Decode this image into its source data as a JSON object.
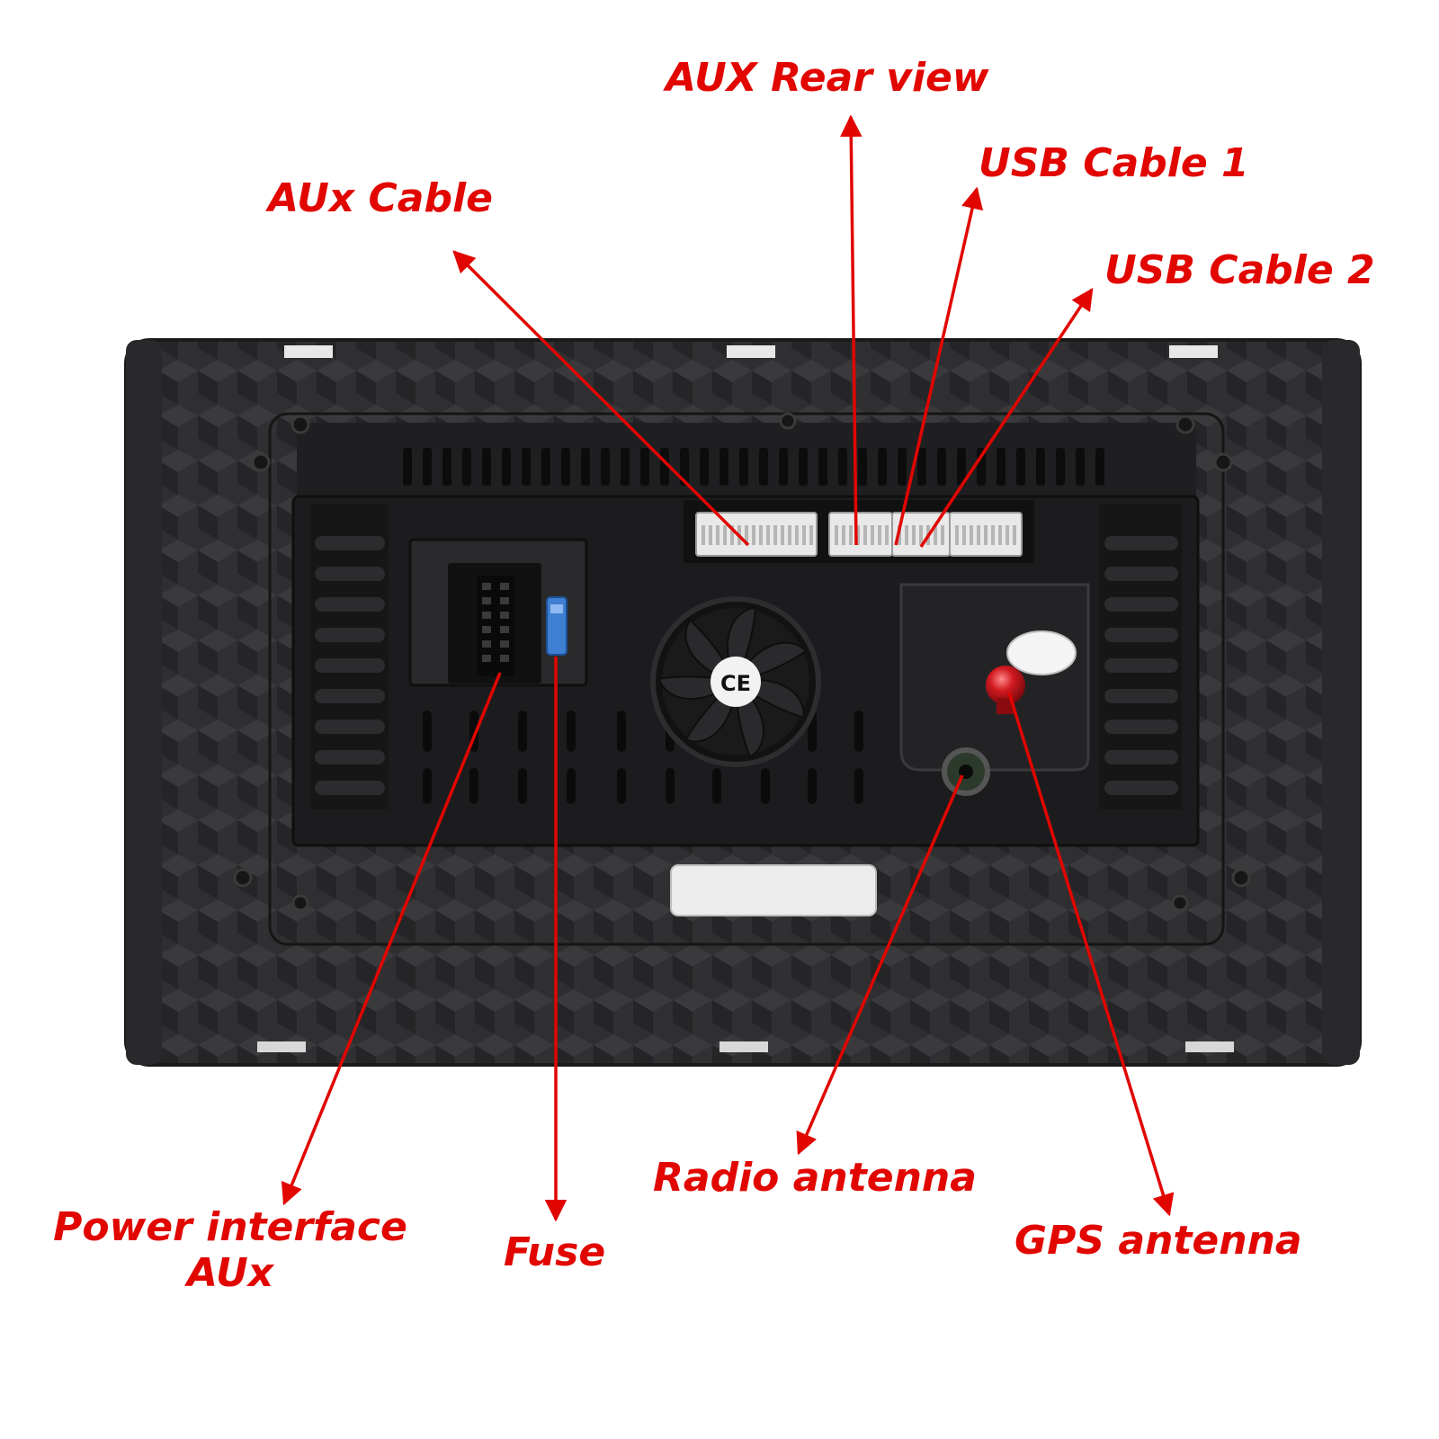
{
  "labels": {
    "aux_rear_view": "AUX Rear view",
    "usb_cable_1": "USB Cable 1",
    "aux_cable": "AUx Cable",
    "usb_cable_2": "USB Cable 2",
    "power_interface_line1": "Power interface",
    "power_interface_line2": "AUx",
    "fuse": "Fuse",
    "radio_antenna": "Radio antenna",
    "gps_antenna": "GPS antenna"
  },
  "marks": {
    "ce": "CE"
  },
  "colors": {
    "annotation": "#e10600",
    "housing": "#2b2b2d",
    "panel": "#1c1c1e",
    "connector": "#e9e9e9",
    "gps_connector": "#c8161d",
    "fuse": "#3f7fd1"
  }
}
